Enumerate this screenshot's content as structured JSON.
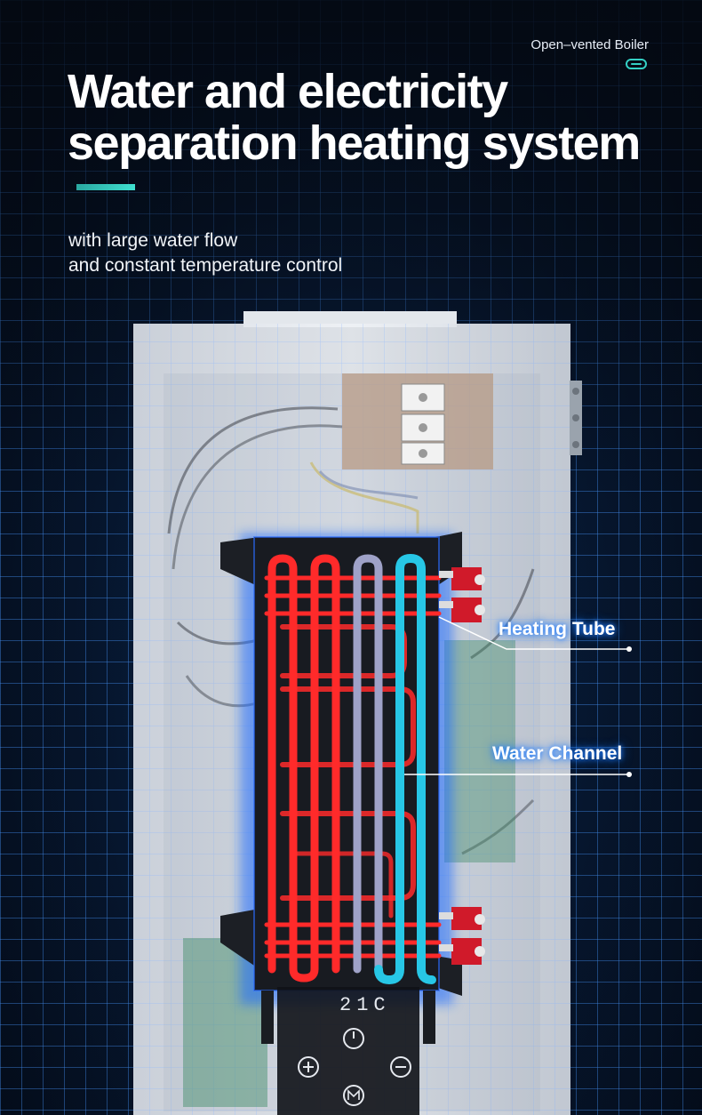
{
  "brand": {
    "label": "Open–vented Boiler"
  },
  "headline": {
    "line1": "Water and electricity",
    "line2": "separation heating system"
  },
  "subtitle": {
    "line1": "with large water flow",
    "line2": "and constant temperature control"
  },
  "callouts": {
    "heating_tube": "Heating Tube",
    "water_channel": "Water Channel"
  },
  "display": {
    "readout": "21C"
  },
  "colors": {
    "accent": "#34d0c4",
    "heating": "#ff2a2a",
    "water": "#27c7e6",
    "grid": "#4696ff"
  }
}
